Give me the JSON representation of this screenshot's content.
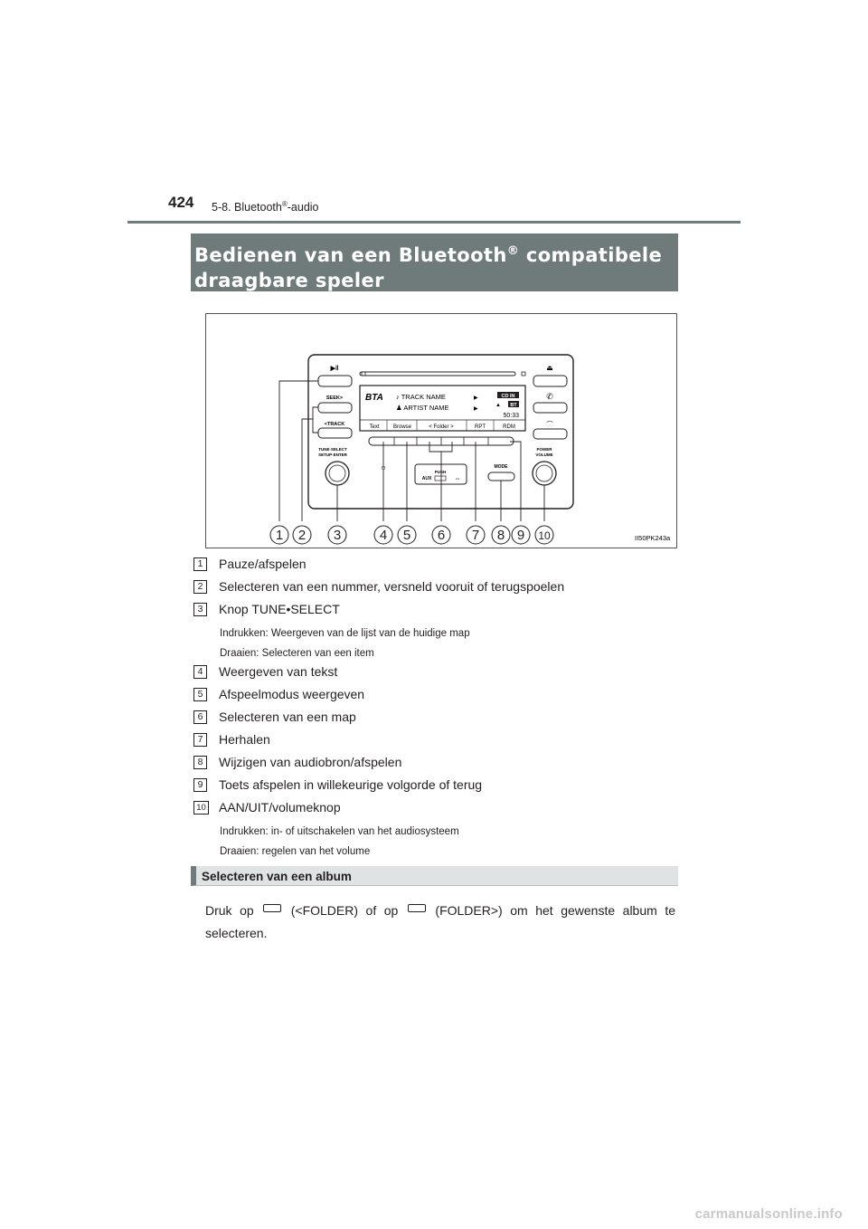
{
  "header": {
    "page_number": "424",
    "section_prefix": "5-8. Bluetooth",
    "section_sup": "®",
    "section_suffix": "-audio"
  },
  "title": {
    "line1_pre": "Bedienen van een Bluetooth",
    "line1_sup": "®",
    "line1_post": " compatibele",
    "line2": "draagbare speler"
  },
  "figure": {
    "code": "II50PK243a",
    "display": {
      "bta": "BTA",
      "track": "♪ TRACK NAME",
      "artist": "♟ ARTIST NAME",
      "cd_in": "CD IN",
      "bt": "BT",
      "time": "50:33",
      "softkeys": [
        "Text",
        "Browse",
        "< Folder >",
        "RPT",
        "RDM"
      ]
    },
    "panel_labels": {
      "seek": "SEEK>",
      "track": "<TRACK",
      "tune": "TUNE·SELECT",
      "setup": "SETUP·ENTER",
      "push": "PUSH",
      "aux": "AUX",
      "mode": "MODE",
      "power": "POWER",
      "volume": "VOLUME"
    },
    "callouts": [
      "1",
      "2",
      "3",
      "4",
      "5",
      "6",
      "7",
      "8",
      "9",
      "10"
    ]
  },
  "items": [
    {
      "num": "1",
      "text": "Pauze/afspelen",
      "subs": []
    },
    {
      "num": "2",
      "text": "Selecteren van een nummer, versneld vooruit of terugspoelen",
      "subs": []
    },
    {
      "num": "3",
      "text": "Knop TUNE•SELECT",
      "subs": [
        "Indrukken: Weergeven van de lijst van de huidige map",
        "Draaien: Selecteren van een item"
      ]
    },
    {
      "num": "4",
      "text": "Weergeven van tekst",
      "subs": []
    },
    {
      "num": "5",
      "text": "Afspeelmodus weergeven",
      "subs": []
    },
    {
      "num": "6",
      "text": "Selecteren van een map",
      "subs": []
    },
    {
      "num": "7",
      "text": "Herhalen",
      "subs": []
    },
    {
      "num": "8",
      "text": "Wijzigen van audiobron/afspelen",
      "subs": []
    },
    {
      "num": "9",
      "text": "Toets afspelen in willekeurige volgorde of terug",
      "subs": []
    },
    {
      "num": "10",
      "text": "AAN/UIT/volumeknop",
      "subs": [
        "Indrukken: in- of uitschakelen van het audiosysteem",
        "Draaien: regelen van het volume"
      ]
    }
  ],
  "subsection": {
    "title": "Selecteren van een album",
    "para_a": "Druk op",
    "para_b": "(<FOLDER) of op",
    "para_c": "(FOLDER>) om het gewenste album te selecteren."
  },
  "watermark": "carmanualsonline.info"
}
